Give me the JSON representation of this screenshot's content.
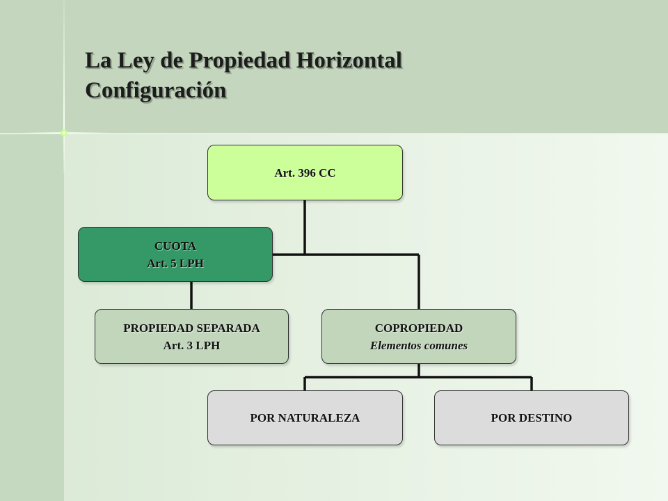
{
  "slide": {
    "title_line1": "La Ley de Propiedad Horizontal",
    "title_line2": "Configuración"
  },
  "diagram": {
    "root": {
      "line1": "Art. 396 CC",
      "color": "#ccff99"
    },
    "cuota": {
      "line1": "CUOTA",
      "line2": "Art. 5 LPH",
      "color": "#349966"
    },
    "propiedad_separada": {
      "line1": "PROPIEDAD SEPARADA",
      "line2": "Art. 3 LPH",
      "color": "#c2d6bc"
    },
    "copropiedad": {
      "line1": "COPROPIEDAD",
      "line2": "Elementos comunes",
      "color": "#c2d6bc"
    },
    "por_naturaleza": {
      "line1": "POR NATURALEZA",
      "color": "#dcdcdc"
    },
    "por_destino": {
      "line1": "POR DESTINO",
      "color": "#dcdcdc"
    }
  }
}
